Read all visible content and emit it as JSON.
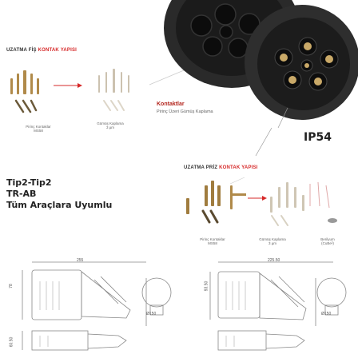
{
  "top_title": {
    "black": "UZATMA FİŞ",
    "red": "KONTAK YAPISI"
  },
  "top_caps": {
    "left_1": "Pirinç Kontaklar",
    "left_2": "MS58",
    "right_1": "Gümüş Kaplama",
    "right_2": "3 µm"
  },
  "contacts": {
    "title": "Kontaktlar",
    "subtitle": "Pirinç Üzeri Gümüş Kaplama"
  },
  "ip_rating": "IP54",
  "mid_title": {
    "black": "UZATMA PRİZ",
    "red": "KONTAK YAPISI"
  },
  "left_text": {
    "line1": "Tip2-Tip2",
    "line2": "TR-AB",
    "line3": "Tüm Araçlara Uyumlu"
  },
  "mid_caps": {
    "c1_1": "Pirinç Kontaklar",
    "c1_2": "MS58",
    "c2_1": "Gümüş Kaplama",
    "c2_2": "3 µm",
    "c3_1": "Berilyum",
    "c3_2": "(CuBe²)"
  },
  "dims": {
    "left_w": "255",
    "left_h": "78",
    "left_d": "Ø150",
    "left_b": "60.50",
    "right_w": "225.50",
    "right_h": "93.50",
    "right_d": "Ø150"
  },
  "colors": {
    "accent_red": "#d62828",
    "text_dark": "#222222"
  }
}
